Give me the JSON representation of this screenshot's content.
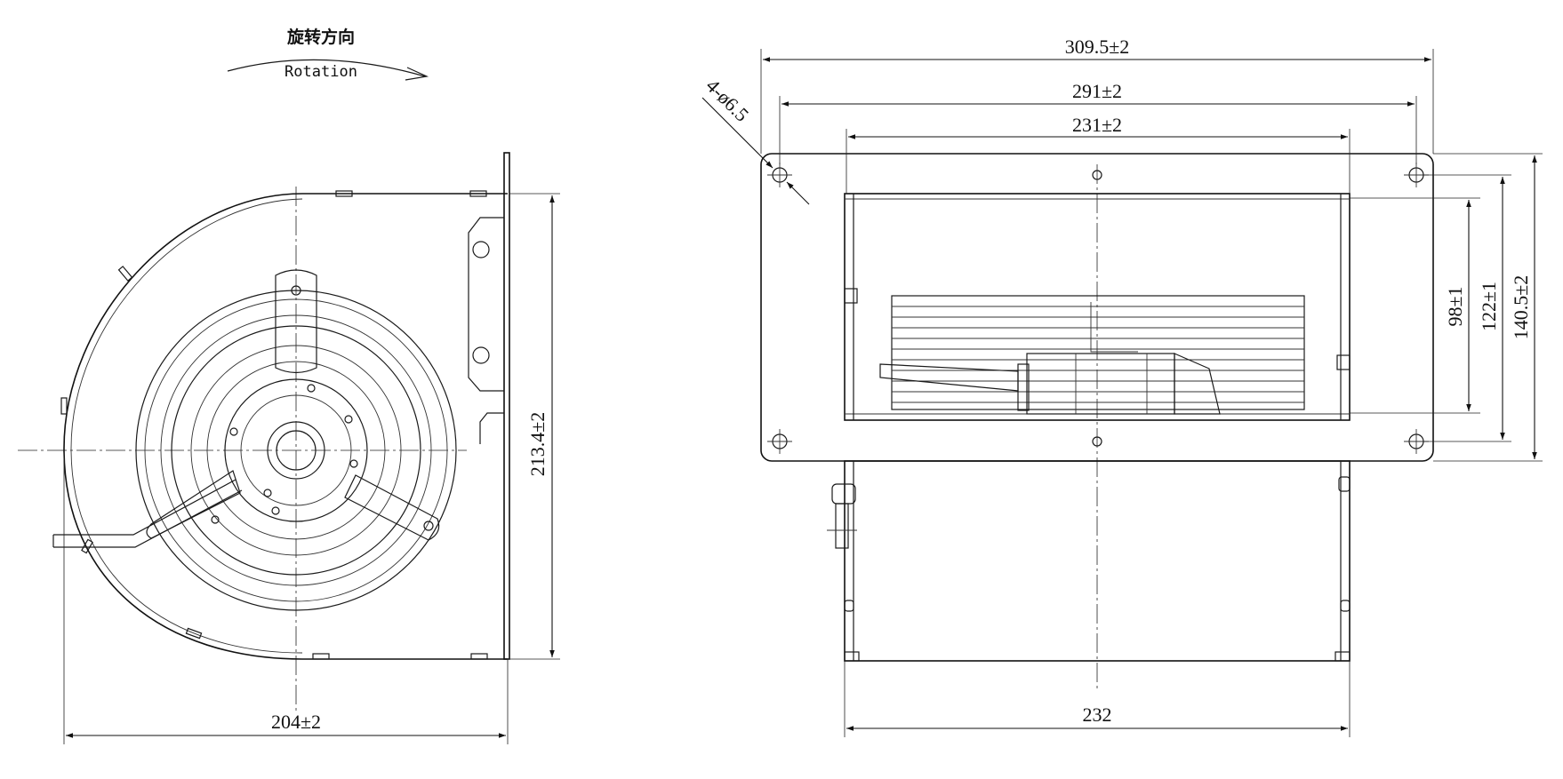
{
  "rotation": {
    "label_cn": "旋转方向",
    "label_en": "Rotation"
  },
  "front_view": {
    "width_dim": "204±2",
    "height_dim": "213.4±2"
  },
  "top_view": {
    "overall_width_dim": "309.5±2",
    "hole_span_dim": "291±2",
    "inner_width_dim": "231±2",
    "hole_note": "4-ø6.5",
    "depth_inner_dim": "98±1",
    "hole_depth_dim": "122±1",
    "depth_overall_dim": "140.5±2",
    "housing_width_dim": "232"
  }
}
